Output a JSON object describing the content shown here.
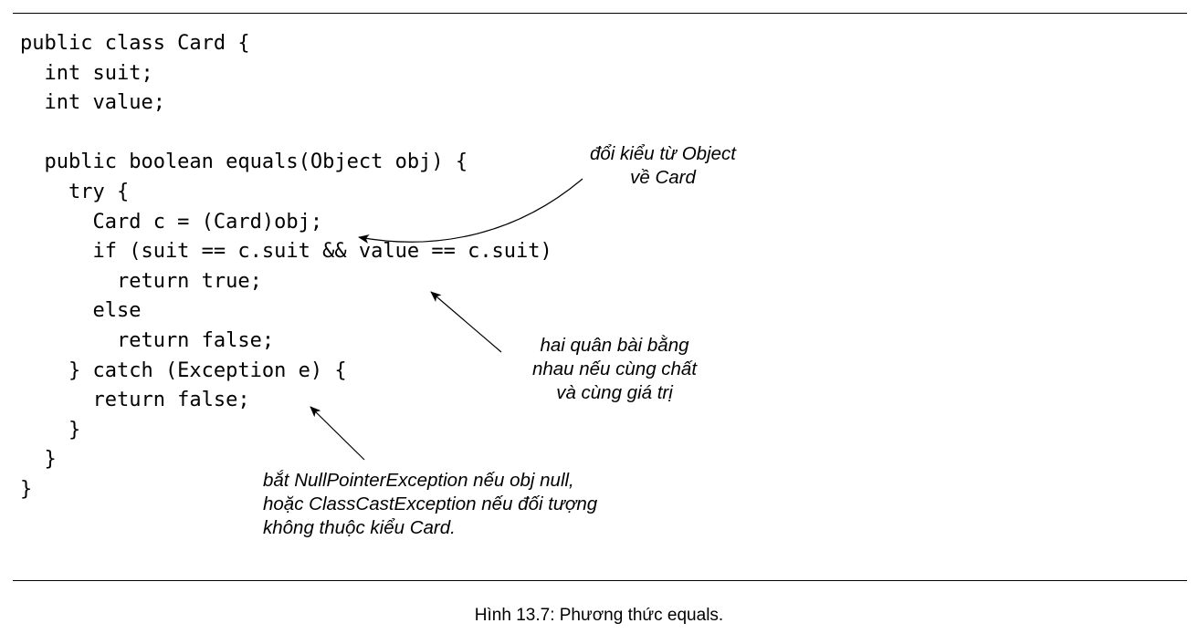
{
  "code_lines": [
    "public class Card {",
    "  int suit;",
    "  int value;",
    "",
    "  public boolean equals(Object obj) {",
    "    try {",
    "      Card c = (Card)obj;",
    "      if (suit == c.suit && value == c.suit)",
    "        return true;",
    "      else",
    "        return false;",
    "    } catch (Exception e) {",
    "      return false;",
    "    }",
    "  }",
    "}"
  ],
  "annotations": {
    "cast": [
      "đổi kiểu từ Object",
      "về Card"
    ],
    "compare": [
      "hai quân bài bằng",
      "nhau nếu cùng chất",
      "và cùng giá trị"
    ],
    "exception": [
      "bắt NullPointerException nếu obj null,",
      "hoặc ClassCastException nếu đối tượng",
      "không thuộc kiểu Card."
    ]
  },
  "caption": "Hình 13.7: Phương thức equals."
}
